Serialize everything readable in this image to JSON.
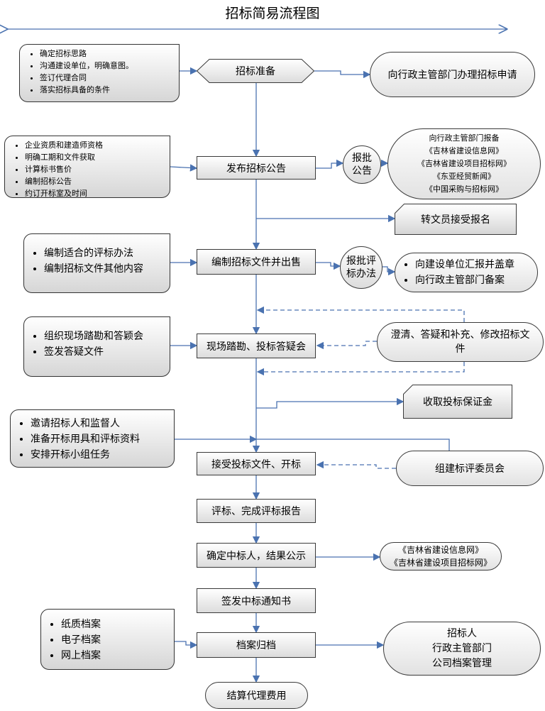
{
  "title": "招标简易流程图",
  "steps": {
    "prepare": "招标准备",
    "publish": "发布招标公告",
    "docs": "编制招标文件并出售",
    "survey": "现场踏勘、投标答疑会",
    "receive": "接受投标文件、开标",
    "evaluate": "评标、完成评标报告",
    "winner": "确定中标人，结果公示",
    "notice": "签发中标通知书",
    "archive": "档案归档",
    "settle": "结算代理费用"
  },
  "notes": {
    "prepare": [
      "确定招标思路",
      "沟通建设单位，明确意图。",
      "签订代理合同",
      "落实招标具备的条件"
    ],
    "publish": [
      "企业资质和建造师资格",
      "明确工期和文件获取",
      "计算标书售价",
      "编制招标公告",
      "约订开标室及时间"
    ],
    "docs": [
      "编制适合的评标办法",
      "编制招标文件其他内容"
    ],
    "survey": [
      "组织现场踏勘和答颖会",
      "签发答疑文件"
    ],
    "receive": [
      "邀请招标人和监督人",
      "准备开标用具和评标资料",
      "安排开标小组任务"
    ],
    "archive": [
      "纸质档案",
      "电子档案",
      "网上档案"
    ]
  },
  "right": {
    "apply": "向行政主管部门办理招标申请",
    "approval1": "报批公告",
    "media": [
      "向行政主管部门报备",
      "《吉林省建设信息网》",
      "《吉林省建设项目招标网》",
      "《东亚经贸新闻》",
      "《中国采购与招标网》"
    ],
    "clerk": "转文员接受报名",
    "approval2": "报批评标办法",
    "report": [
      "向建设单位汇报并盖章",
      "向行政主管部门备案"
    ],
    "clarify": "澄清、答疑和补充、修改招标文件",
    "deposit": "收取投标保证金",
    "committee": "组建标评委员会",
    "publicity": [
      "《吉林省建设信息网》",
      "《吉林省建设项目招标网》"
    ],
    "archive_parties": [
      "招标人",
      "行政主管部门",
      "公司档案管理"
    ]
  }
}
